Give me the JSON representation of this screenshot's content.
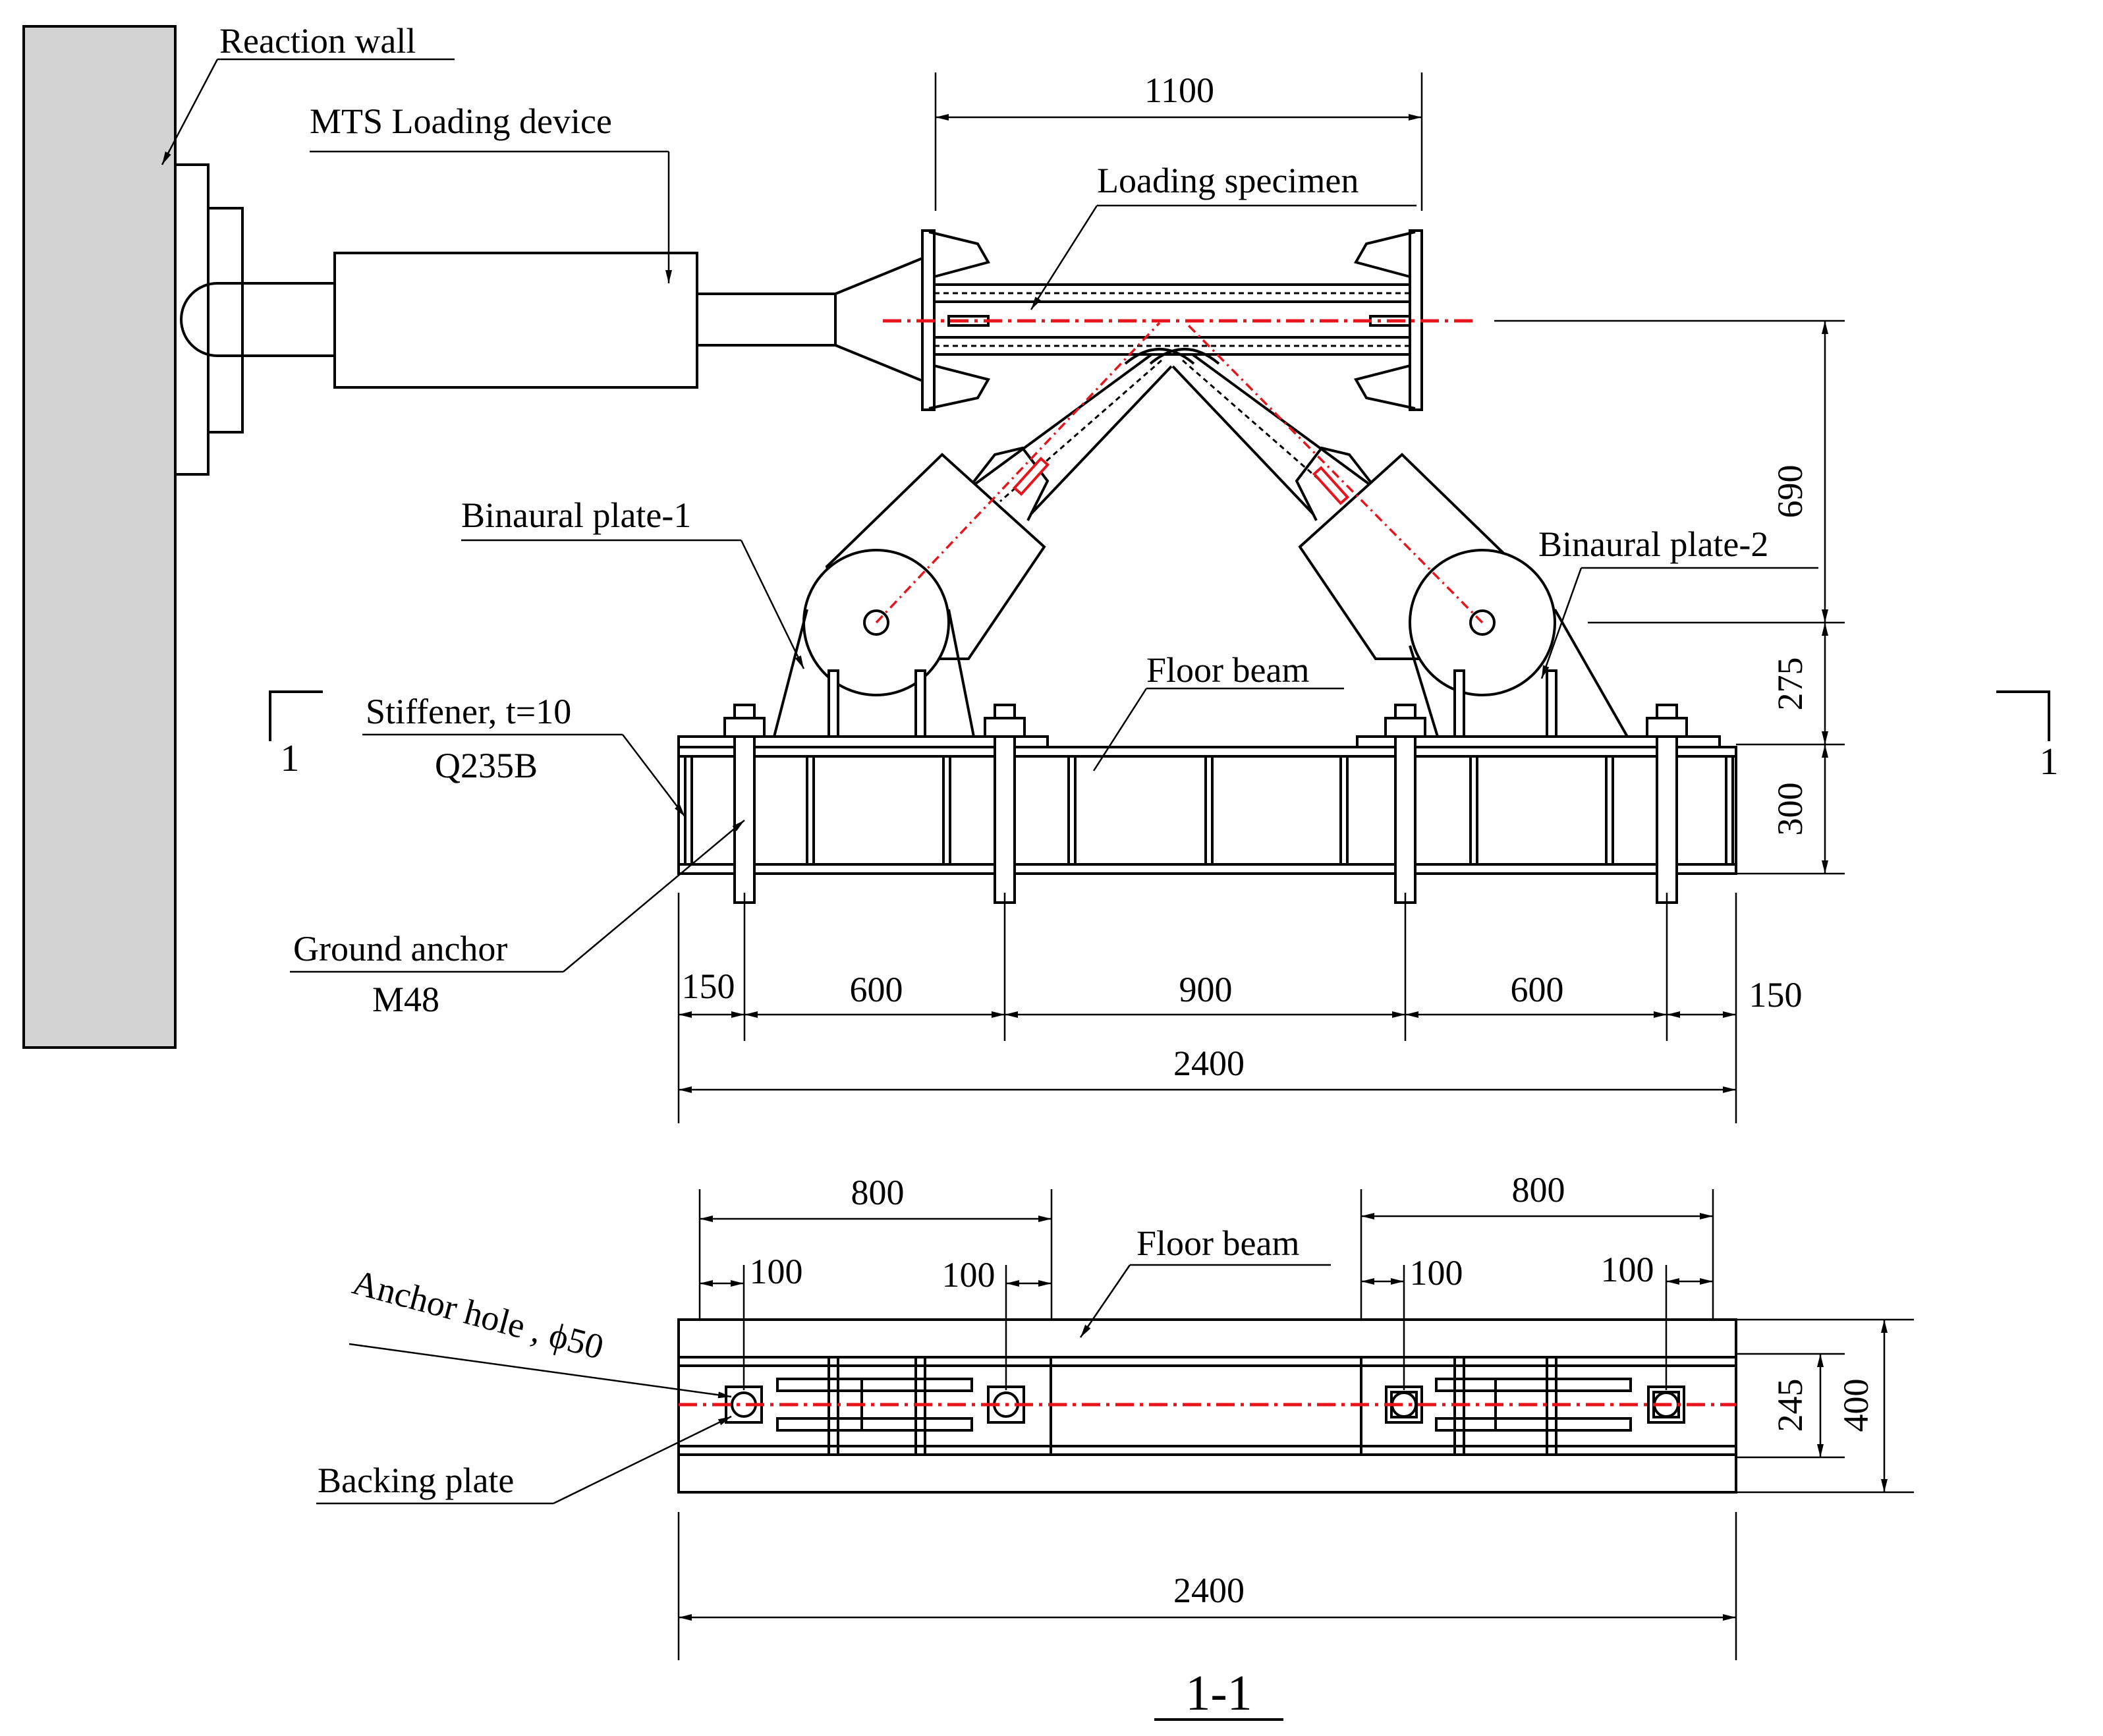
{
  "labels": {
    "reaction_wall": "Reaction wall",
    "mts": "MTS Loading device",
    "specimen": "Loading specimen",
    "binaural1": "Binaural plate-1",
    "binaural2": "Binaural plate-2",
    "floor_beam": "Floor beam",
    "stiffener_1": "Stiffener, t=10",
    "stiffener_2": "Q235B",
    "anchor_1": "Ground anchor",
    "anchor_2": "M48",
    "floor_beam_plan": "Floor beam",
    "anchor_hole": "Anchor hole , ϕ50",
    "backing_plate": "Backing plate"
  },
  "section": {
    "mark_left": "1",
    "mark_right": "1",
    "title": "1-1"
  },
  "dimensions": {
    "elevation": {
      "specimen_length": "1100",
      "height_upper": "690",
      "height_mid": "275",
      "beam_height": "300",
      "span_150_left": "150",
      "span_600_left": "600",
      "span_900": "900",
      "span_600_right": "600",
      "span_150_right": "150",
      "total": "2400"
    },
    "plan": {
      "group_left": "800",
      "group_right": "800",
      "edge_100_1": "100",
      "edge_100_2": "100",
      "edge_100_3": "100",
      "edge_100_4": "100",
      "inner_width": "245",
      "width": "400",
      "total": "2400"
    }
  },
  "colors": {
    "centerline": "#e8141b",
    "wall_fill": "#d3d3d3",
    "line": "#000000"
  }
}
